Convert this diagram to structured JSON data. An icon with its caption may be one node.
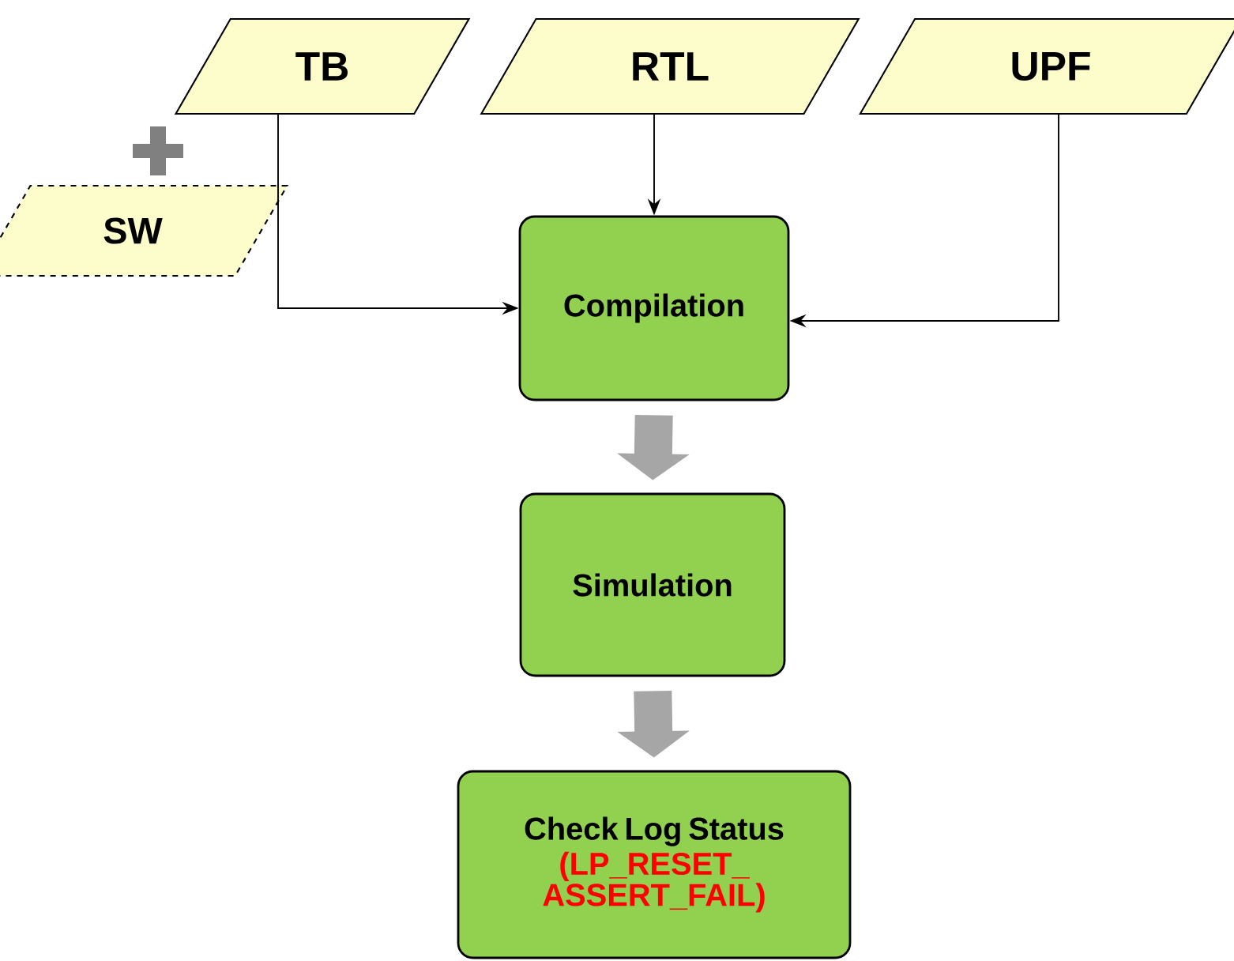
{
  "diagram": {
    "nodes": [
      {
        "text": [
          "TB"
        ]
      },
      {
        "text": [
          "RTL"
        ]
      },
      {
        "text": [
          "UPF"
        ]
      },
      {
        "text": [
          "SW"
        ]
      },
      {
        "text": [
          "Compilation"
        ]
      },
      {
        "text": [
          "Simulation"
        ]
      },
      {
        "text": [
          "Check Log Status",
          "(LP_RESET_ ASSERT_FAIL)"
        ]
      }
    ],
    "edges": [
      {
        "from": 0,
        "to": 4,
        "arrow": "to"
      },
      {
        "from": 1,
        "to": 4,
        "arrow": "to"
      },
      {
        "from": 2,
        "to": 4,
        "arrow": "to"
      },
      {
        "from": 4,
        "to": 5,
        "arrow": "to",
        "style": "thick",
        "color": "#a6a6a6"
      },
      {
        "from": 5,
        "to": 6,
        "arrow": "to",
        "style": "thick",
        "color": "#a6a6a6"
      }
    ]
  }
}
